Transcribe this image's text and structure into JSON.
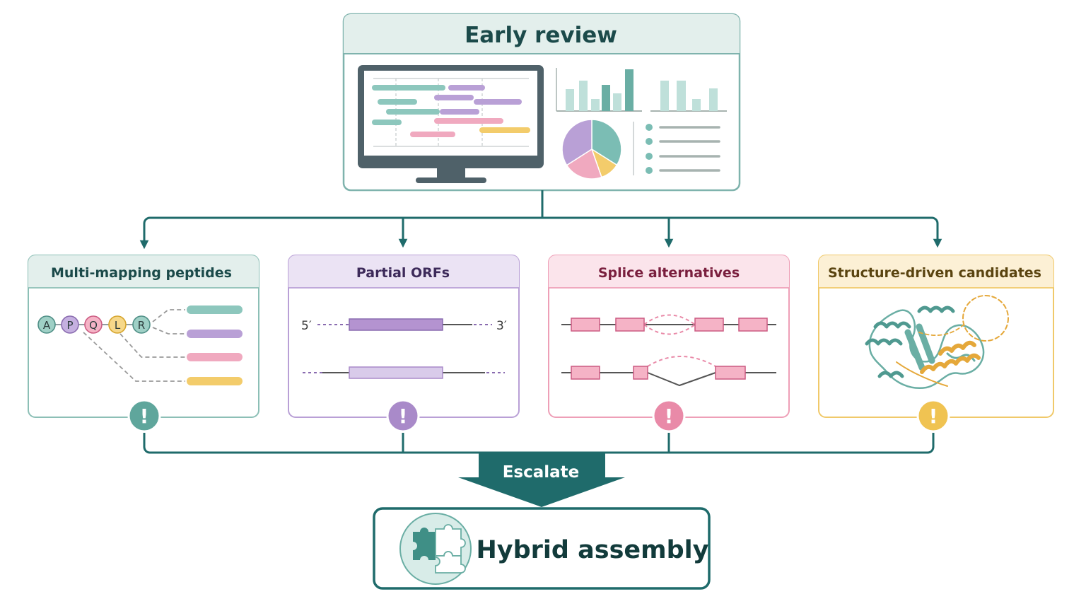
{
  "top": {
    "title": "Early review"
  },
  "branches": [
    {
      "id": "multi",
      "title": "Multi-mapping peptides",
      "alert": "!"
    },
    {
      "id": "orf",
      "title": "Partial ORFs",
      "alert": "!"
    },
    {
      "id": "splice",
      "title": "Splice alternatives",
      "alert": "!"
    },
    {
      "id": "struct",
      "title": "Structure-driven candidates",
      "alert": "!"
    }
  ],
  "peptide": [
    "A",
    "P",
    "Q",
    "L",
    "R"
  ],
  "orf": {
    "five_prime": "5′",
    "three_prime": "3′"
  },
  "escalate": {
    "label": "Escalate"
  },
  "result": {
    "title": "Hybrid assembly"
  },
  "colors": {
    "teal_dark": "#1f6b6b",
    "teal": "#7bbdb4",
    "purple": "#a98ac9",
    "pink": "#e98aa8",
    "yellow": "#f0c352",
    "slate": "#4f6169"
  }
}
